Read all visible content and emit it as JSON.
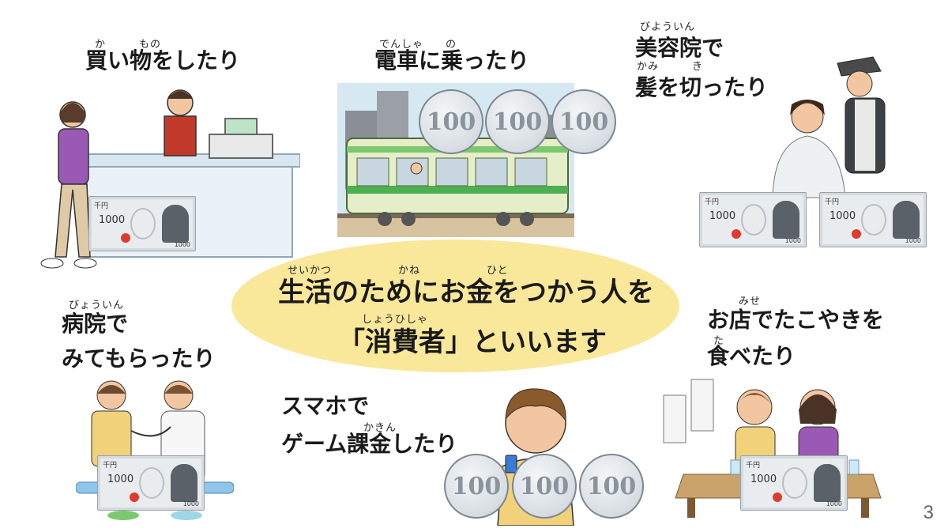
{
  "scenes": {
    "shopping": {
      "ruby": "か　　　もの",
      "lines": [
        "買い物をしたり"
      ]
    },
    "train": {
      "ruby": "でんしゃ　　の",
      "lines": [
        "電車に乗ったり"
      ]
    },
    "salon": {
      "ruby1": "びよういん",
      "ruby2": "かみ　　　き",
      "lines": [
        "美容院で",
        "髪を切ったり"
      ]
    },
    "hospital": {
      "ruby": "びょういん",
      "lines": [
        "病院で",
        "みてもらったり"
      ]
    },
    "smartphone": {
      "ruby": "かきん",
      "lines": [
        "スマホで",
        "ゲーム課金したり"
      ]
    },
    "takoyaki": {
      "ruby1": "みせ",
      "ruby2": "た",
      "lines": [
        "お店でたこやきを",
        "食べたり"
      ]
    }
  },
  "center": {
    "ruby1": "せいかつ　　　　　　かね　　　　　　ひと",
    "line1": "生活のためにお金をつかう人を",
    "ruby2": "しょうひしゃ",
    "line2": "「消費者」といいます",
    "bubble_color": "#f9e79a"
  },
  "money": {
    "note_label": "千円",
    "note_amount": "1000",
    "note_small": "1000",
    "coin_value": "100"
  },
  "page_number": "3"
}
